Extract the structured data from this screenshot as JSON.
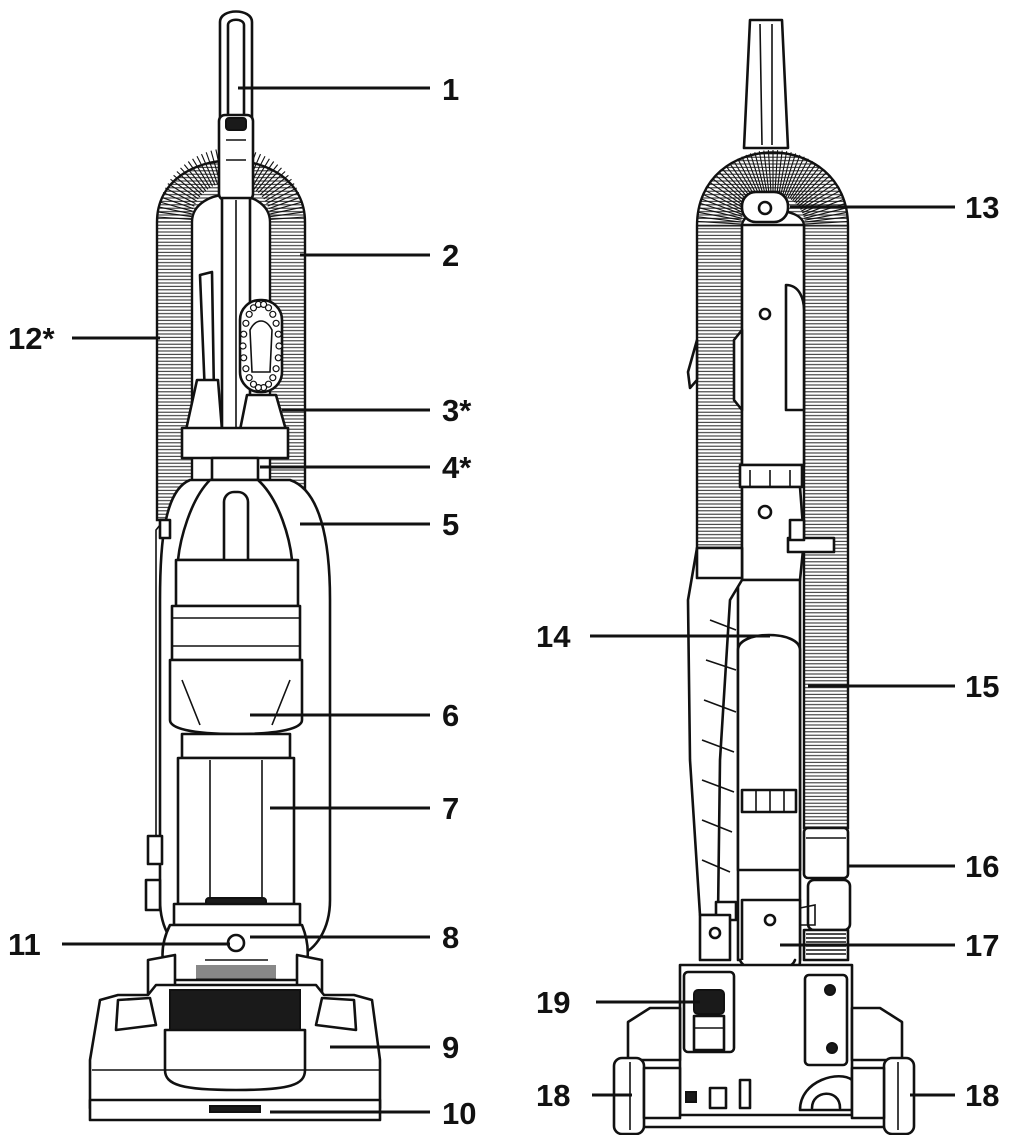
{
  "views": [
    {
      "id": "front",
      "callouts": [
        {
          "id": "1",
          "text": "1"
        },
        {
          "id": "2",
          "text": "2"
        },
        {
          "id": "3",
          "text": "3*"
        },
        {
          "id": "4",
          "text": "4*"
        },
        {
          "id": "5",
          "text": "5"
        },
        {
          "id": "6",
          "text": "6"
        },
        {
          "id": "7",
          "text": "7"
        },
        {
          "id": "8",
          "text": "8"
        },
        {
          "id": "9",
          "text": "9"
        },
        {
          "id": "10",
          "text": "10"
        },
        {
          "id": "11",
          "text": "11"
        },
        {
          "id": "12",
          "text": "12*"
        }
      ]
    },
    {
      "id": "back",
      "callouts": [
        {
          "id": "13",
          "text": "13"
        },
        {
          "id": "14",
          "text": "14"
        },
        {
          "id": "15",
          "text": "15"
        },
        {
          "id": "16",
          "text": "16"
        },
        {
          "id": "17",
          "text": "17"
        },
        {
          "id": "18a",
          "text": "18"
        },
        {
          "id": "18b",
          "text": "18"
        },
        {
          "id": "19",
          "text": "19"
        }
      ]
    }
  ]
}
